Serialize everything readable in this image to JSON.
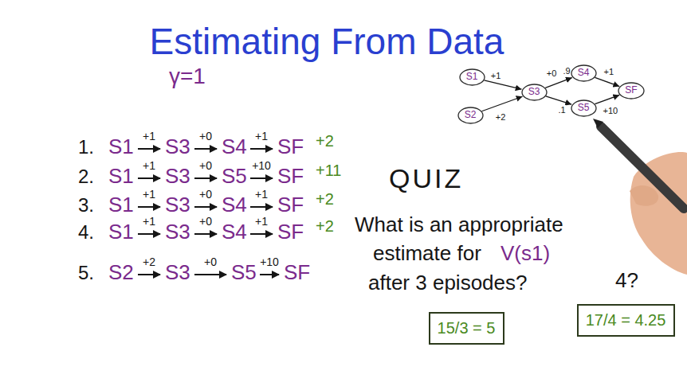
{
  "diagram": {
    "title": "Estimating From Data",
    "nodes": [
      {
        "text": [
          "S1"
        ]
      },
      {
        "text": [
          "S2"
        ]
      },
      {
        "text": [
          "S3"
        ]
      },
      {
        "text": [
          "S4"
        ]
      },
      {
        "text": [
          "S5"
        ]
      },
      {
        "text": [
          "SF"
        ]
      },
      {
        "text": [
          "15/3 = 5"
        ]
      },
      {
        "text": [
          "17/4 = 4.25"
        ]
      }
    ],
    "edges": [
      {
        "from": 0,
        "to": 2,
        "arrow": "to",
        "label": "+1"
      },
      {
        "from": 1,
        "to": 2,
        "arrow": "to",
        "label": "+2"
      },
      {
        "from": 2,
        "to": 3,
        "arrow": "to",
        "label": "+0"
      },
      {
        "from": 2,
        "to": 4,
        "arrow": "to",
        "label": ".1"
      },
      {
        "from": 3,
        "to": 5,
        "arrow": "to",
        "label": "+1"
      },
      {
        "from": 4,
        "to": 5,
        "arrow": "to",
        "label": "+10"
      }
    ],
    "labels": [
      "γ=1",
      "1.",
      "S1",
      "+1",
      "S3",
      "+0",
      "S4",
      "+1",
      "SF",
      "+2",
      "2.",
      "S1",
      "+1",
      "S3",
      "+0",
      "S5",
      "+10",
      "SF",
      "+11",
      "3.",
      "S1",
      "+1",
      "S3",
      "+0",
      "S4",
      "+1",
      "SF",
      "+2",
      "4.",
      "S1",
      "+1",
      "S3",
      "+0",
      "S4",
      "+1",
      "SF",
      "+2",
      "5.",
      "S2",
      "+2",
      "S3",
      "+0",
      "S5",
      "+10",
      "SF",
      "QUIZ",
      "What is an appropriate",
      "estimate for",
      "V(s1)",
      "after 3 episodes?",
      "4?",
      ".9"
    ]
  }
}
